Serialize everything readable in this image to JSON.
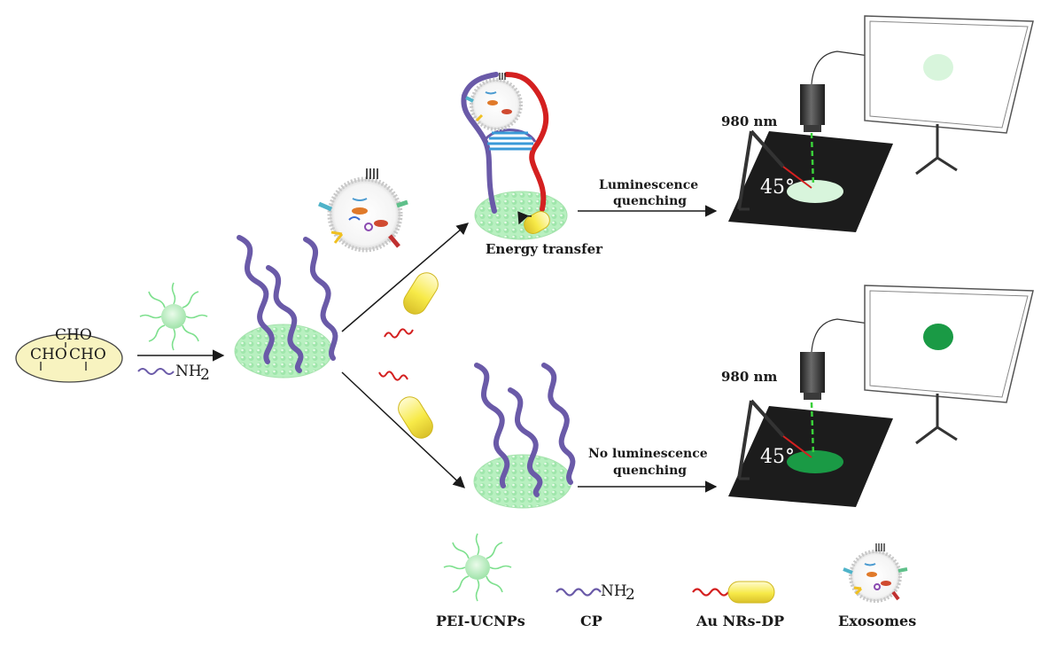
{
  "diagram": {
    "reagent": {
      "cho_top": "CHO",
      "cho_left": "CHO",
      "cho_right": "CHO"
    },
    "step1": {
      "nh2": "NH",
      "nh2_sub": "2"
    },
    "top_branch": {
      "energy_transfer": "Energy transfer",
      "arrow_label_1": "Luminescence",
      "arrow_label_2": "quenching",
      "laser": "980 nm",
      "angle": "45°"
    },
    "bottom_branch": {
      "arrow_label_1": "No luminescence",
      "arrow_label_2": "quenching",
      "laser": "980 nm",
      "angle": "45°"
    },
    "legend": {
      "pei": "PEI-UCNPs",
      "cp": "CP",
      "cp_nh2": "NH",
      "cp_nh2_sub": "2",
      "au": "Au NRs-DP",
      "exo": "Exosomes"
    },
    "colors": {
      "ucnp": "#b8f0c0",
      "cp_strand": "#6a5aa8",
      "dp_strand": "#d42020",
      "au_rod": "#f5e84a",
      "spot_quenched": "#d8f5dc",
      "spot_bright": "#1a9a45",
      "stage": "#1c1c1c"
    }
  }
}
